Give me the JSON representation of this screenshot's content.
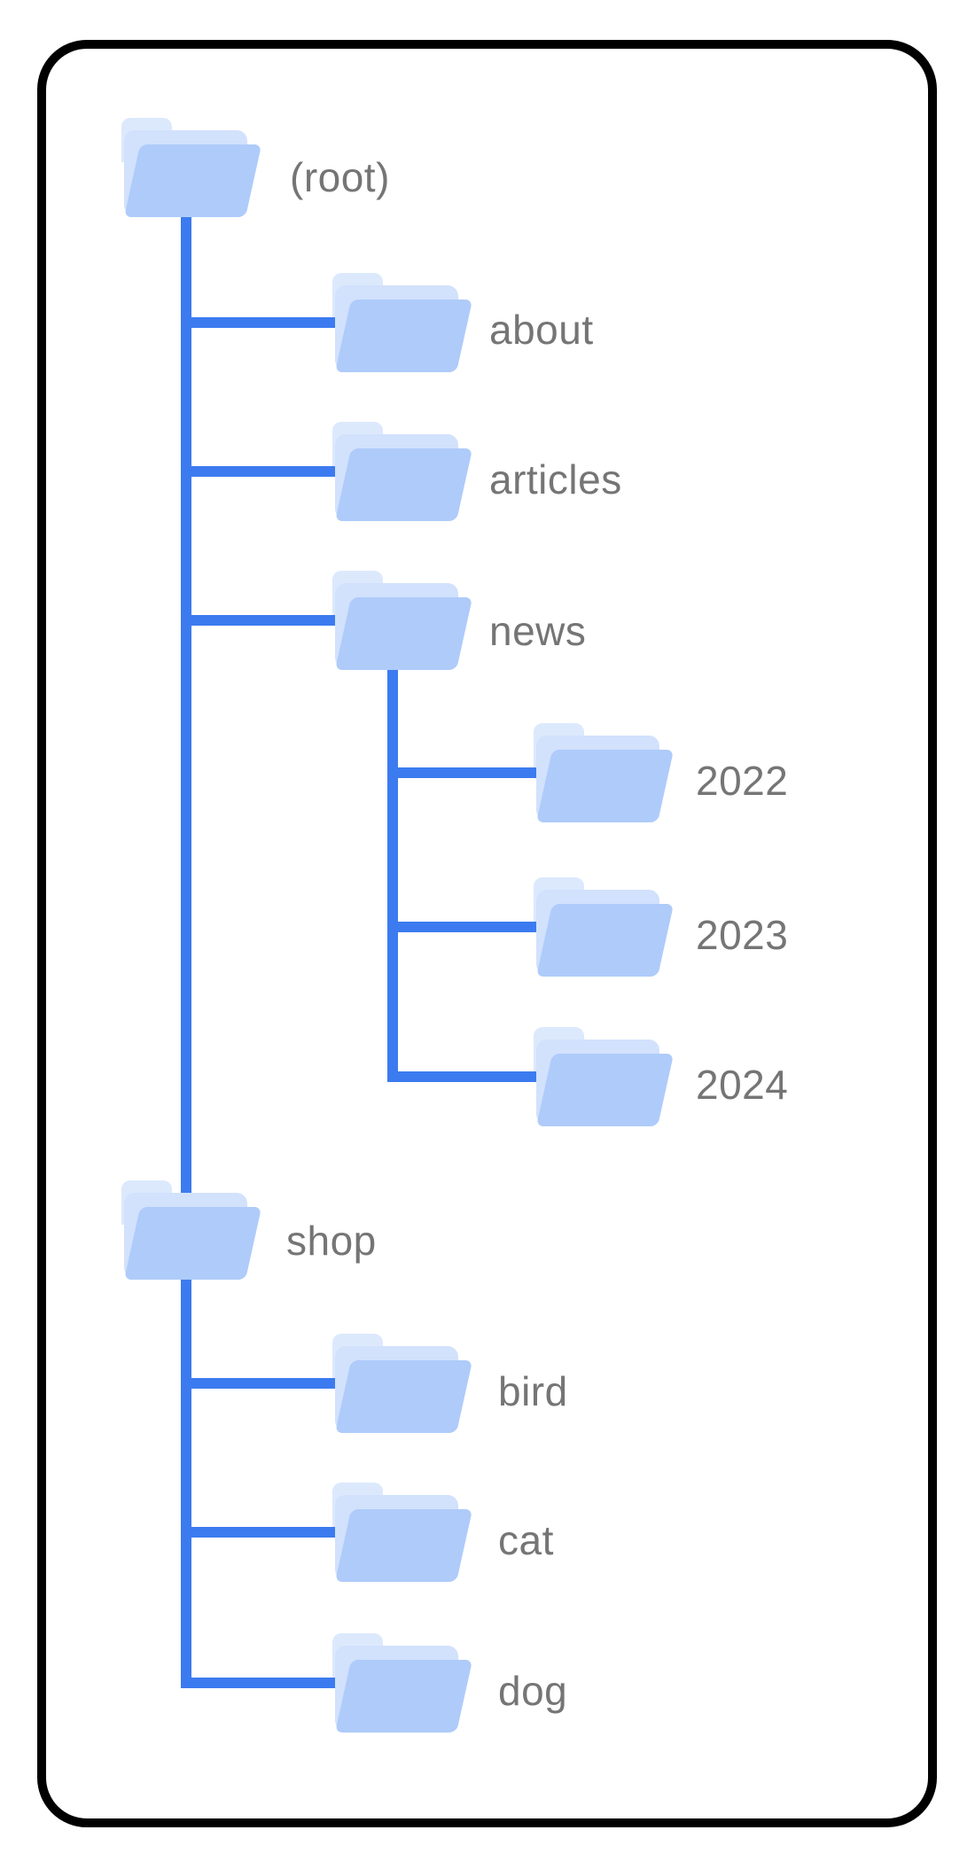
{
  "diagram": {
    "description": "folder tree",
    "node_icon": "folder-icon"
  },
  "tree": {
    "root": {
      "label": "(root)",
      "children": [
        {
          "label": "about",
          "children": []
        },
        {
          "label": "articles",
          "children": []
        },
        {
          "label": "news",
          "children": [
            {
              "label": "2022"
            },
            {
              "label": "2023"
            },
            {
              "label": "2024"
            }
          ]
        },
        {
          "label": "shop",
          "children": [
            {
              "label": "bird"
            },
            {
              "label": "cat"
            },
            {
              "label": "dog"
            }
          ]
        }
      ]
    }
  },
  "colors": {
    "background": "#ffffff",
    "card_border": "#000000",
    "connector_line": "#3c7bef",
    "folder_front": "#aecbfa",
    "folder_mid": "#d2e1fc",
    "folder_back": "#dce9fd",
    "label_text": "#757575"
  }
}
